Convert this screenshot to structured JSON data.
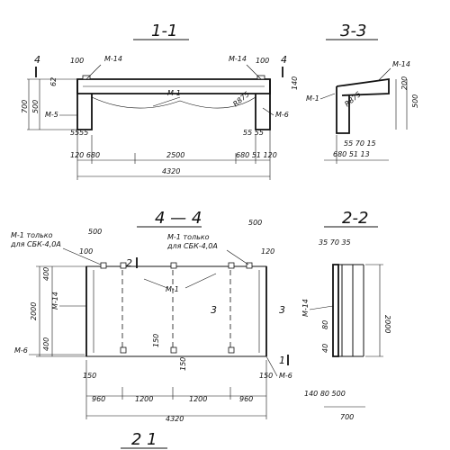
{
  "sections": {
    "s11": "1-1",
    "s33": "3-3",
    "s44": "4 — 4",
    "s22": "2-2",
    "s21": "2 1"
  },
  "labels": {
    "m14": "М-14",
    "m1": "М-1",
    "m5": "М-5",
    "m6": "М-6",
    "r875": "R875",
    "only1": "М-1 только",
    "only2": "для СБК-4,0А",
    "n4": "4",
    "n1": "1",
    "n2": "2",
    "n3": "3"
  },
  "dims": {
    "d100": "100",
    "d700": "700",
    "d500": "500",
    "d200": "200",
    "d62": "62",
    "d40": "40",
    "d150": "150",
    "d120": "120",
    "d140": "140",
    "d960": "960",
    "d1200": "1200",
    "d4320": "4320",
    "d2500": "2500",
    "d680": "680",
    "d2000": "2000",
    "d400": "400",
    "d80": "80",
    "d5555": "5555",
    "d5555b": "55 55",
    "d120_680": "120 680",
    "d680_120": "680 51 120",
    "d57015": "55 70 15",
    "d680_51": "680 51 13",
    "d35": "35 70 35",
    "d14040": "140 80 500"
  }
}
